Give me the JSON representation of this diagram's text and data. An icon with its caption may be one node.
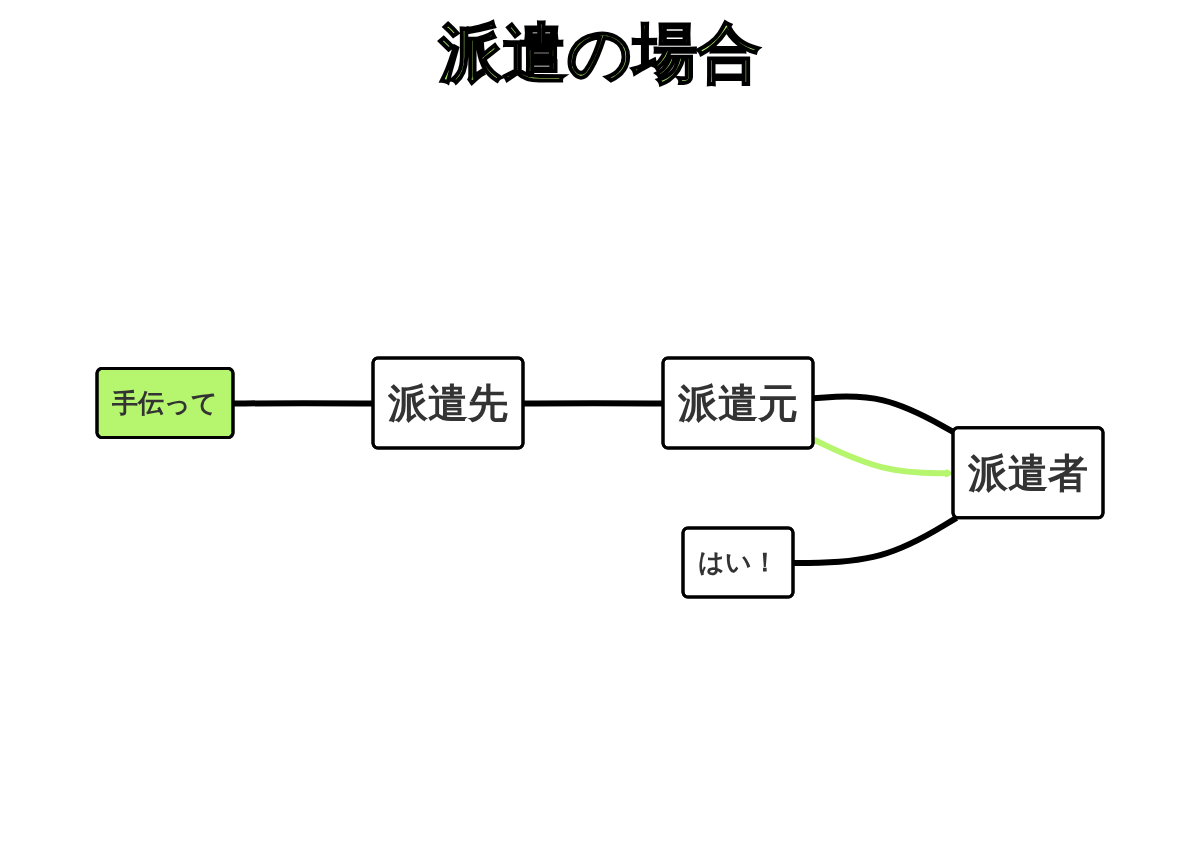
{
  "diagram": {
    "title": "派遣の場合",
    "nodes": [
      {
        "text": [
          "派遣先"
        ]
      },
      {
        "text": [
          "派遣元"
        ]
      },
      {
        "text": [
          "派遣者"
        ]
      },
      {
        "text": [
          "手伝って"
        ]
      },
      {
        "text": [
          "はい！"
        ]
      }
    ],
    "edges": [
      {
        "from": 0,
        "to": 1,
        "arrow": "none"
      },
      {
        "from": 1,
        "to": 2,
        "arrow": "none"
      },
      {
        "from": 1,
        "to": 2,
        "arrow": "to",
        "color": "#b6f56e"
      },
      {
        "from": 3,
        "to": 0,
        "arrow": "none"
      },
      {
        "from": 4,
        "to": 2,
        "arrow": "none"
      }
    ]
  }
}
